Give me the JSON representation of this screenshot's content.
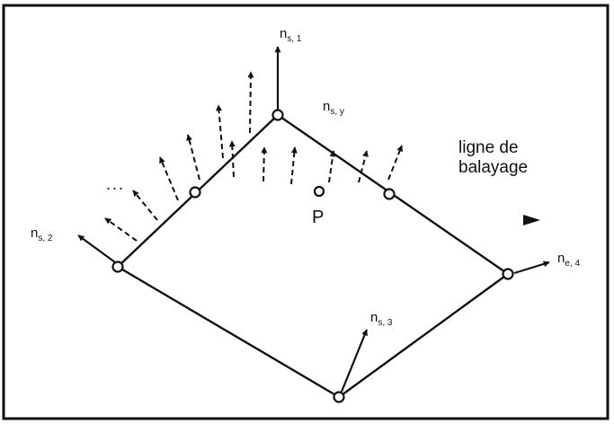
{
  "labels": {
    "n_s1": {
      "base": "n",
      "sub": "s, 1"
    },
    "n_sy": {
      "base": "n",
      "sub": "s, y"
    },
    "n_s2": {
      "base": "n",
      "sub": "s, 2"
    },
    "n_s4": {
      "base": "n",
      "sub": "e, 4"
    },
    "n_s3": {
      "base": "n",
      "sub": "s, 3"
    },
    "point": "P",
    "scan_line_1": "ligne de",
    "scan_line_2": "balayage",
    "ellipsis": "..."
  }
}
